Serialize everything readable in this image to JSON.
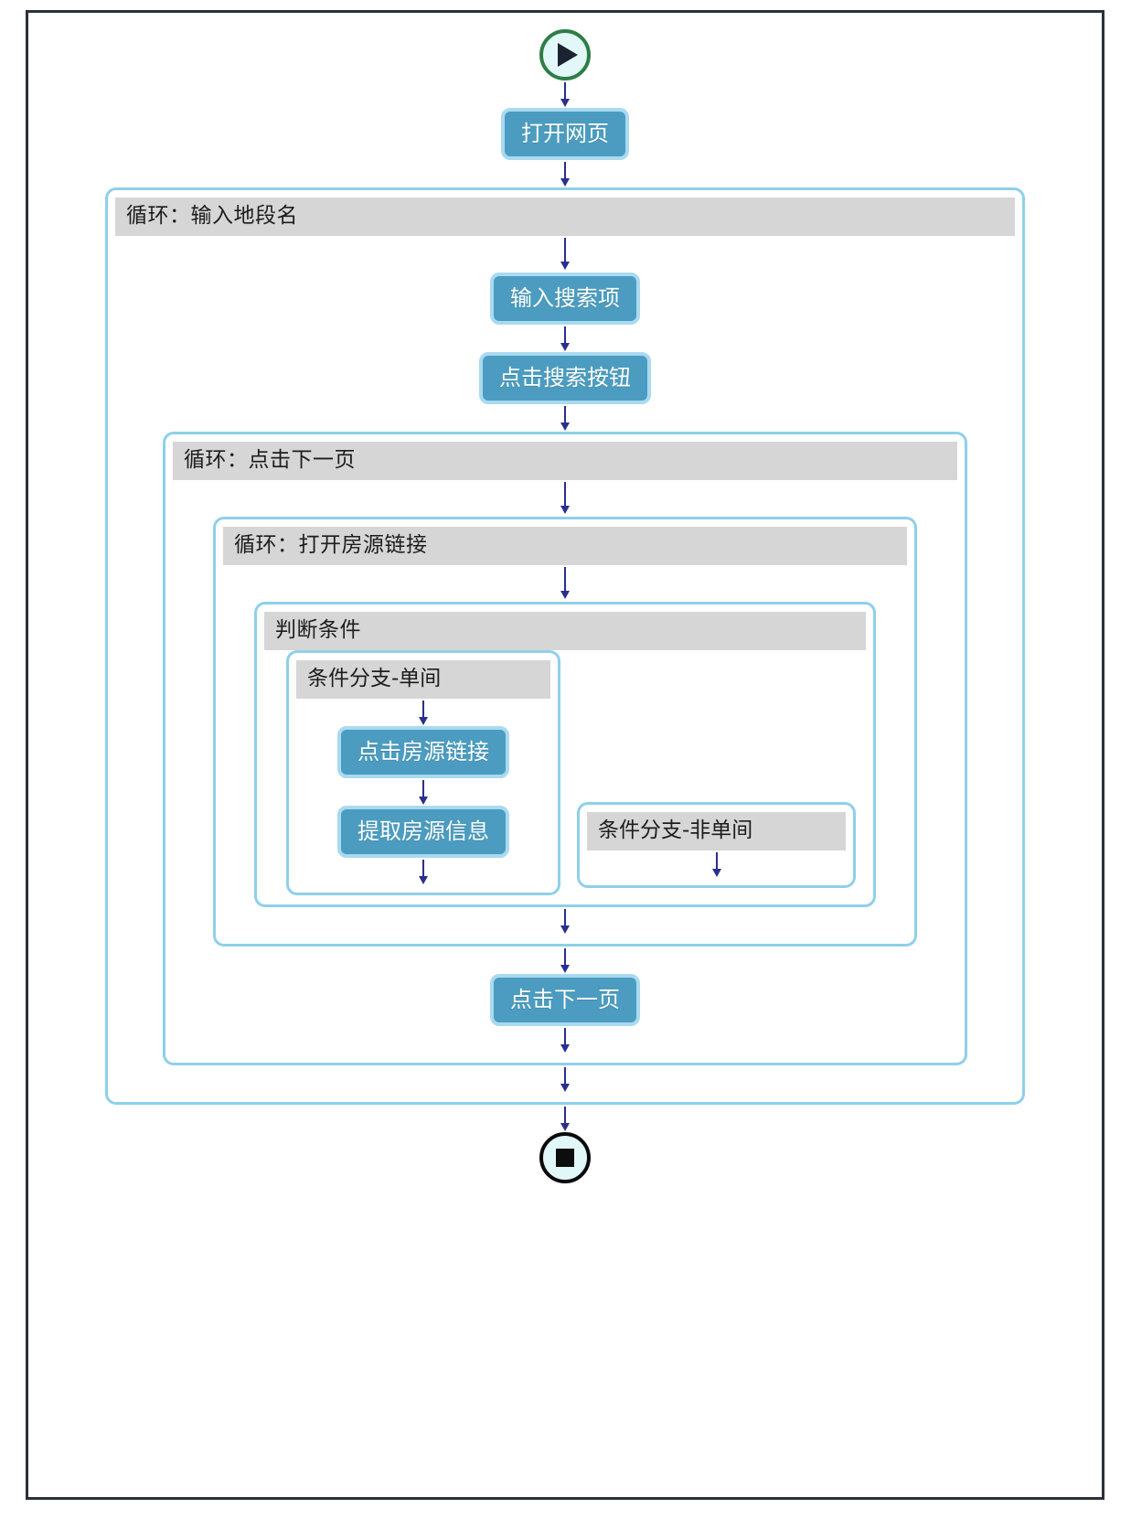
{
  "diagram": {
    "type": "flowchart",
    "title": "",
    "start_node": {
      "icon": "play-icon",
      "label": ""
    },
    "end_node": {
      "icon": "stop-icon",
      "label": ""
    },
    "steps": {
      "open_page": "打开网页",
      "input_search": "输入搜索项",
      "click_search": "点击搜索按钮",
      "click_listing": "点击房源链接",
      "extract_info": "提取房源信息",
      "click_next_page": "点击下一页"
    },
    "loops": {
      "loop_district": "循环：输入地段名",
      "loop_next_page": "循环：点击下一页",
      "loop_open_listing": "循环：打开房源链接"
    },
    "condition": {
      "title": "判断条件",
      "branch_single": "条件分支-单间",
      "branch_non_single": "条件分支-非单间"
    },
    "colors": {
      "frame": "#2b303a",
      "container_border": "#8ed0ea",
      "container_header": "#d6d6d6",
      "step_fill": "#4b9cc0",
      "step_border": "#a9daf0",
      "step_text": "#ffffff",
      "arrow": "#2a2f8f",
      "start_ring": "#2e7d46",
      "end_ring": "#0a0a0a",
      "node_fill": "#e2f7f8"
    }
  }
}
